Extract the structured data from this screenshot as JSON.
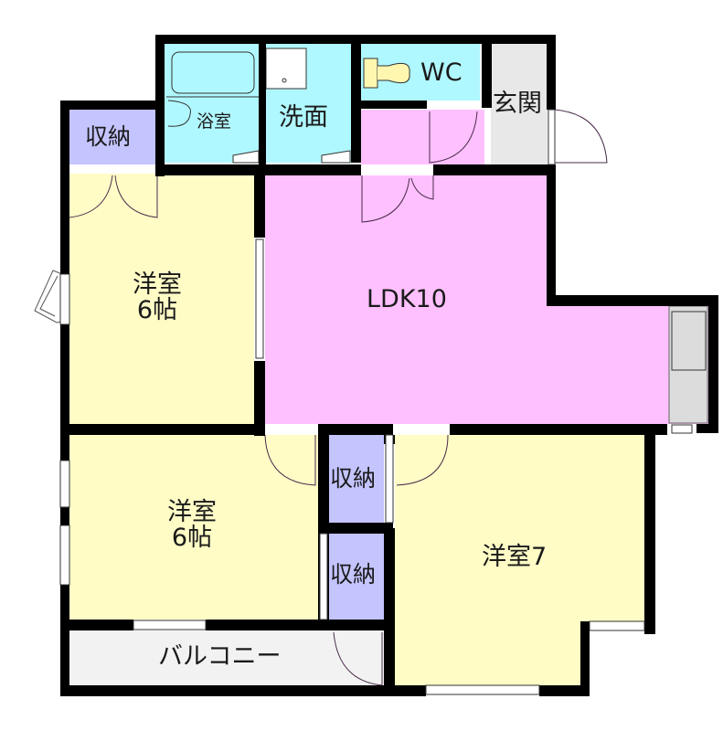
{
  "floorplan": {
    "colors": {
      "wall": "#000000",
      "western_room": "#fffcc6",
      "ldk": "#ffc0ff",
      "storage": "#c4c4ff",
      "wet_area": "#b0f8ff",
      "entrance": "#e8e8e8",
      "balcony": "#f2f2f2",
      "kitchen_counter": "#dcdcdc"
    },
    "rooms": {
      "bath": {
        "label": "浴室"
      },
      "washroom": {
        "label": "洗面"
      },
      "toilet": {
        "label": "WC"
      },
      "entrance": {
        "label": "玄関"
      },
      "storage_top_left": {
        "label": "収納"
      },
      "bedroom_top_left": {
        "label_line1": "洋室",
        "label_line2": "6帖"
      },
      "ldk": {
        "label": "LDK10"
      },
      "storage_middle_upper": {
        "label": "収納"
      },
      "storage_middle_lower": {
        "label": "収納"
      },
      "bedroom_bottom_left": {
        "label_line1": "洋室",
        "label_line2": "6帖"
      },
      "bedroom_bottom_right": {
        "label": "洋室7"
      },
      "balcony": {
        "label": "バルコニー"
      }
    }
  }
}
